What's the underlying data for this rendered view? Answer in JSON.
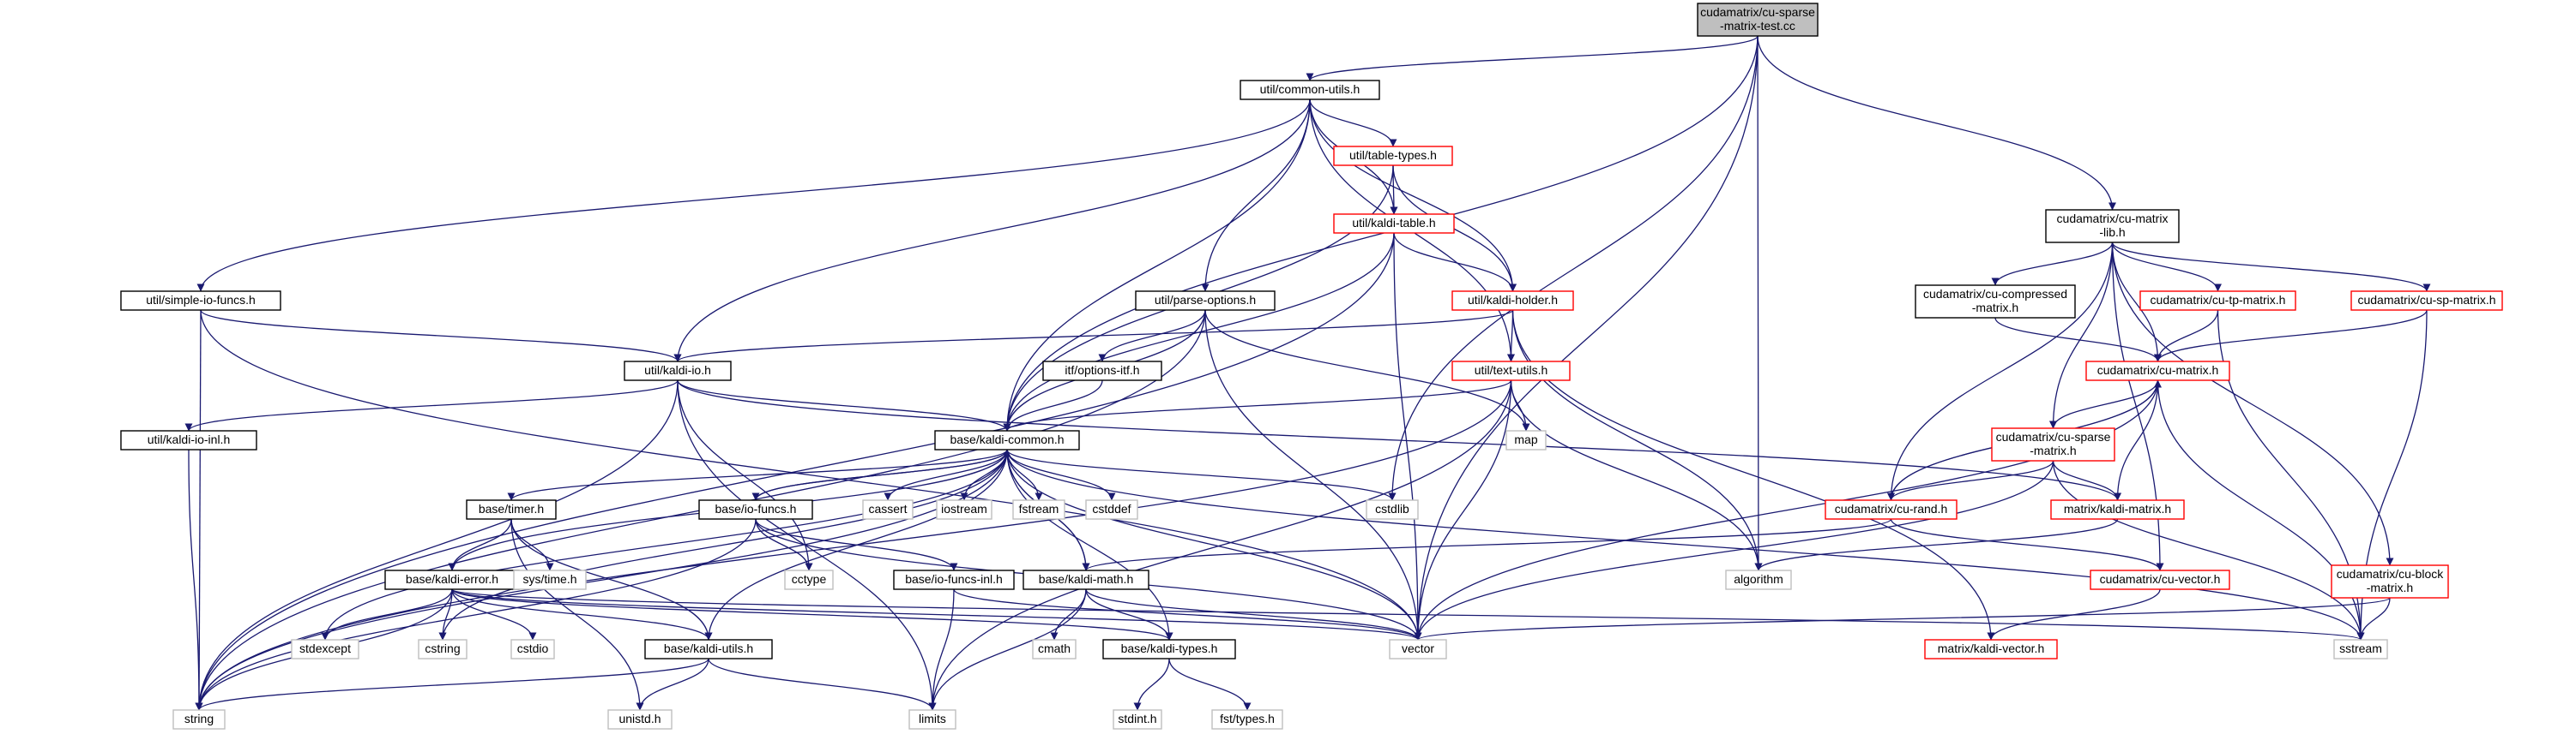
{
  "colors": {
    "edge": "#191970",
    "box_normal": "#000000",
    "box_incomplete": "#ff0000",
    "box_external": "#bfbfbf",
    "root_fill": "#bfbfbf",
    "text": "#000000",
    "background": "#ffffff"
  },
  "nodes": [
    {
      "id": "root",
      "lines": [
        "cudamatrix/cu-sparse",
        "-matrix-test.cc"
      ],
      "kind": "root"
    },
    {
      "id": "common_utils",
      "lines": [
        "util/common-utils.h"
      ],
      "kind": "normal"
    },
    {
      "id": "table_types",
      "lines": [
        "util/table-types.h"
      ],
      "kind": "incomplete"
    },
    {
      "id": "kaldi_table",
      "lines": [
        "util/kaldi-table.h"
      ],
      "kind": "incomplete"
    },
    {
      "id": "kaldi_holder",
      "lines": [
        "util/kaldi-holder.h"
      ],
      "kind": "incomplete"
    },
    {
      "id": "simple_io",
      "lines": [
        "util/simple-io-funcs.h"
      ],
      "kind": "normal"
    },
    {
      "id": "parse_options",
      "lines": [
        "util/parse-options.h"
      ],
      "kind": "normal"
    },
    {
      "id": "kaldi_io",
      "lines": [
        "util/kaldi-io.h"
      ],
      "kind": "normal"
    },
    {
      "id": "options_itf",
      "lines": [
        "itf/options-itf.h"
      ],
      "kind": "normal"
    },
    {
      "id": "text_utils",
      "lines": [
        "util/text-utils.h"
      ],
      "kind": "incomplete"
    },
    {
      "id": "kaldi_io_inl",
      "lines": [
        "util/kaldi-io-inl.h"
      ],
      "kind": "normal"
    },
    {
      "id": "kaldi_common",
      "lines": [
        "base/kaldi-common.h"
      ],
      "kind": "normal"
    },
    {
      "id": "timer",
      "lines": [
        "base/timer.h"
      ],
      "kind": "normal"
    },
    {
      "id": "io_funcs",
      "lines": [
        "base/io-funcs.h"
      ],
      "kind": "normal"
    },
    {
      "id": "io_funcs_inl",
      "lines": [
        "base/io-funcs-inl.h"
      ],
      "kind": "normal"
    },
    {
      "id": "kaldi_error",
      "lines": [
        "base/kaldi-error.h"
      ],
      "kind": "normal"
    },
    {
      "id": "kaldi_math",
      "lines": [
        "base/kaldi-math.h"
      ],
      "kind": "normal"
    },
    {
      "id": "kaldi_utils",
      "lines": [
        "base/kaldi-utils.h"
      ],
      "kind": "normal"
    },
    {
      "id": "kaldi_types",
      "lines": [
        "base/kaldi-types.h"
      ],
      "kind": "normal"
    },
    {
      "id": "cu_matrix_lib",
      "lines": [
        "cudamatrix/cu-matrix",
        "-lib.h"
      ],
      "kind": "normal"
    },
    {
      "id": "cu_compressed",
      "lines": [
        "cudamatrix/cu-compressed",
        "-matrix.h"
      ],
      "kind": "normal"
    },
    {
      "id": "cu_tp",
      "lines": [
        "cudamatrix/cu-tp-matrix.h"
      ],
      "kind": "incomplete"
    },
    {
      "id": "cu_sp",
      "lines": [
        "cudamatrix/cu-sp-matrix.h"
      ],
      "kind": "incomplete"
    },
    {
      "id": "cu_matrix",
      "lines": [
        "cudamatrix/cu-matrix.h"
      ],
      "kind": "incomplete"
    },
    {
      "id": "cu_sparse",
      "lines": [
        "cudamatrix/cu-sparse",
        "-matrix.h"
      ],
      "kind": "incomplete"
    },
    {
      "id": "cu_rand",
      "lines": [
        "cudamatrix/cu-rand.h"
      ],
      "kind": "incomplete"
    },
    {
      "id": "kaldi_matrix",
      "lines": [
        "matrix/kaldi-matrix.h"
      ],
      "kind": "incomplete"
    },
    {
      "id": "cu_vector",
      "lines": [
        "cudamatrix/cu-vector.h"
      ],
      "kind": "incomplete"
    },
    {
      "id": "cu_block",
      "lines": [
        "cudamatrix/cu-block",
        "-matrix.h"
      ],
      "kind": "incomplete"
    },
    {
      "id": "kaldi_vector",
      "lines": [
        "matrix/kaldi-vector.h"
      ],
      "kind": "incomplete"
    },
    {
      "id": "map",
      "lines": [
        "map"
      ],
      "kind": "external"
    },
    {
      "id": "cstdlib",
      "lines": [
        "cstdlib"
      ],
      "kind": "external"
    },
    {
      "id": "cassert",
      "lines": [
        "cassert"
      ],
      "kind": "external"
    },
    {
      "id": "iostream",
      "lines": [
        "iostream"
      ],
      "kind": "external"
    },
    {
      "id": "fstream",
      "lines": [
        "fstream"
      ],
      "kind": "external"
    },
    {
      "id": "cstddef",
      "lines": [
        "cstddef"
      ],
      "kind": "external"
    },
    {
      "id": "sys_time",
      "lines": [
        "sys/time.h"
      ],
      "kind": "external"
    },
    {
      "id": "cctype",
      "lines": [
        "cctype"
      ],
      "kind": "external"
    },
    {
      "id": "algorithm",
      "lines": [
        "algorithm"
      ],
      "kind": "external"
    },
    {
      "id": "stdexcept",
      "lines": [
        "stdexcept"
      ],
      "kind": "external"
    },
    {
      "id": "cstring",
      "lines": [
        "cstring"
      ],
      "kind": "external"
    },
    {
      "id": "cstdio",
      "lines": [
        "cstdio"
      ],
      "kind": "external"
    },
    {
      "id": "cmath",
      "lines": [
        "cmath"
      ],
      "kind": "external"
    },
    {
      "id": "vector",
      "lines": [
        "vector"
      ],
      "kind": "external"
    },
    {
      "id": "sstream",
      "lines": [
        "sstream"
      ],
      "kind": "external"
    },
    {
      "id": "string",
      "lines": [
        "string"
      ],
      "kind": "external"
    },
    {
      "id": "unistd",
      "lines": [
        "unistd.h"
      ],
      "kind": "external"
    },
    {
      "id": "limits",
      "lines": [
        "limits"
      ],
      "kind": "external"
    },
    {
      "id": "stdint",
      "lines": [
        "stdint.h"
      ],
      "kind": "external"
    },
    {
      "id": "fst_types",
      "lines": [
        "fst/types.h"
      ],
      "kind": "external"
    }
  ],
  "edges": [
    [
      "root",
      "common_utils"
    ],
    [
      "root",
      "kaldi_common"
    ],
    [
      "root",
      "cu_matrix_lib"
    ],
    [
      "root",
      "vector"
    ],
    [
      "root",
      "cstdlib"
    ],
    [
      "root",
      "algorithm"
    ],
    [
      "common_utils",
      "table_types"
    ],
    [
      "common_utils",
      "kaldi_table"
    ],
    [
      "common_utils",
      "kaldi_holder"
    ],
    [
      "common_utils",
      "simple_io"
    ],
    [
      "common_utils",
      "parse_options"
    ],
    [
      "common_utils",
      "kaldi_io"
    ],
    [
      "common_utils",
      "text_utils"
    ],
    [
      "common_utils",
      "kaldi_common"
    ],
    [
      "table_types",
      "kaldi_table"
    ],
    [
      "table_types",
      "kaldi_holder"
    ],
    [
      "table_types",
      "kaldi_common"
    ],
    [
      "kaldi_table",
      "kaldi_holder"
    ],
    [
      "kaldi_table",
      "kaldi_common"
    ],
    [
      "kaldi_table",
      "vector"
    ],
    [
      "kaldi_table",
      "string"
    ],
    [
      "kaldi_holder",
      "kaldi_io"
    ],
    [
      "kaldi_holder",
      "text_utils"
    ],
    [
      "kaldi_holder",
      "algorithm"
    ],
    [
      "kaldi_holder",
      "kaldi_vector"
    ],
    [
      "simple_io",
      "kaldi_io"
    ],
    [
      "simple_io",
      "string"
    ],
    [
      "simple_io",
      "vector"
    ],
    [
      "parse_options",
      "options_itf"
    ],
    [
      "parse_options",
      "kaldi_common"
    ],
    [
      "parse_options",
      "map"
    ],
    [
      "parse_options",
      "vector"
    ],
    [
      "parse_options",
      "string"
    ],
    [
      "options_itf",
      "kaldi_common"
    ],
    [
      "kaldi_io",
      "kaldi_io_inl"
    ],
    [
      "kaldi_io",
      "kaldi_common"
    ],
    [
      "kaldi_io",
      "kaldi_matrix"
    ],
    [
      "kaldi_io",
      "cctype"
    ],
    [
      "kaldi_io",
      "limits"
    ],
    [
      "kaldi_io",
      "string"
    ],
    [
      "kaldi_io_inl",
      "string"
    ],
    [
      "text_utils",
      "kaldi_common"
    ],
    [
      "text_utils",
      "map"
    ],
    [
      "text_utils",
      "algorithm"
    ],
    [
      "text_utils",
      "vector"
    ],
    [
      "text_utils",
      "limits"
    ],
    [
      "text_utils",
      "string"
    ],
    [
      "kaldi_common",
      "timer"
    ],
    [
      "kaldi_common",
      "io_funcs"
    ],
    [
      "kaldi_common",
      "kaldi_error"
    ],
    [
      "kaldi_common",
      "kaldi_math"
    ],
    [
      "kaldi_common",
      "kaldi_utils"
    ],
    [
      "kaldi_common",
      "kaldi_types"
    ],
    [
      "kaldi_common",
      "cstdlib"
    ],
    [
      "kaldi_common",
      "cassert"
    ],
    [
      "kaldi_common",
      "iostream"
    ],
    [
      "kaldi_common",
      "fstream"
    ],
    [
      "kaldi_common",
      "cstddef"
    ],
    [
      "kaldi_common",
      "cstring"
    ],
    [
      "kaldi_common",
      "stdexcept"
    ],
    [
      "kaldi_common",
      "vector"
    ],
    [
      "kaldi_common",
      "sstream"
    ],
    [
      "kaldi_common",
      "string"
    ],
    [
      "timer",
      "kaldi_error"
    ],
    [
      "timer",
      "kaldi_utils"
    ],
    [
      "timer",
      "sys_time"
    ],
    [
      "timer",
      "unistd"
    ],
    [
      "io_funcs",
      "kaldi_common"
    ],
    [
      "io_funcs",
      "io_funcs_inl"
    ],
    [
      "io_funcs",
      "cctype"
    ],
    [
      "io_funcs",
      "string"
    ],
    [
      "io_funcs",
      "vector"
    ],
    [
      "io_funcs_inl",
      "limits"
    ],
    [
      "io_funcs_inl",
      "vector"
    ],
    [
      "kaldi_error",
      "kaldi_utils"
    ],
    [
      "kaldi_error",
      "kaldi_types"
    ],
    [
      "kaldi_error",
      "stdexcept"
    ],
    [
      "kaldi_error",
      "cstring"
    ],
    [
      "kaldi_error",
      "cstdio"
    ],
    [
      "kaldi_error",
      "vector"
    ],
    [
      "kaldi_error",
      "sstream"
    ],
    [
      "kaldi_error",
      "string"
    ],
    [
      "kaldi_math",
      "kaldi_common"
    ],
    [
      "kaldi_math",
      "kaldi_types"
    ],
    [
      "kaldi_math",
      "cmath"
    ],
    [
      "kaldi_math",
      "limits"
    ],
    [
      "kaldi_math",
      "vector"
    ],
    [
      "kaldi_utils",
      "string"
    ],
    [
      "kaldi_utils",
      "limits"
    ],
    [
      "kaldi_utils",
      "unistd"
    ],
    [
      "kaldi_types",
      "stdint"
    ],
    [
      "kaldi_types",
      "fst_types"
    ],
    [
      "cu_matrix_lib",
      "cu_compressed"
    ],
    [
      "cu_matrix_lib",
      "cu_tp"
    ],
    [
      "cu_matrix_lib",
      "cu_sp"
    ],
    [
      "cu_matrix_lib",
      "cu_matrix"
    ],
    [
      "cu_matrix_lib",
      "cu_sparse"
    ],
    [
      "cu_matrix_lib",
      "cu_rand"
    ],
    [
      "cu_matrix_lib",
      "cu_vector"
    ],
    [
      "cu_matrix_lib",
      "cu_block"
    ],
    [
      "cu_compressed",
      "cu_matrix"
    ],
    [
      "cu_tp",
      "cu_matrix"
    ],
    [
      "cu_tp",
      "sstream"
    ],
    [
      "cu_sp",
      "cu_matrix"
    ],
    [
      "cu_sp",
      "sstream"
    ],
    [
      "cu_matrix",
      "cu_sparse"
    ],
    [
      "cu_matrix",
      "cu_rand"
    ],
    [
      "cu_matrix",
      "kaldi_matrix"
    ],
    [
      "cu_matrix",
      "vector"
    ],
    [
      "cu_matrix",
      "sstream"
    ],
    [
      "cu_sparse",
      "cu_rand"
    ],
    [
      "cu_sparse",
      "kaldi_matrix"
    ],
    [
      "cu_sparse",
      "vector"
    ],
    [
      "cu_sparse",
      "sstream"
    ],
    [
      "cu_rand",
      "cu_matrix"
    ],
    [
      "cu_rand",
      "kaldi_math"
    ],
    [
      "cu_rand",
      "cu_vector"
    ],
    [
      "kaldi_matrix",
      "algorithm"
    ],
    [
      "cu_vector",
      "kaldi_vector"
    ],
    [
      "cu_block",
      "vector"
    ],
    [
      "cu_block",
      "sstream"
    ]
  ]
}
